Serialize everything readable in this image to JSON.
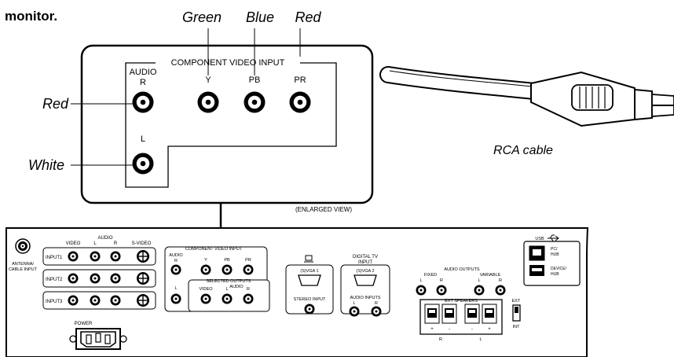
{
  "header": {
    "text": "monitor."
  },
  "colors": {
    "line": "#000000",
    "fill": "#ffffff",
    "gray": "#cfcfcf"
  },
  "enlarged": {
    "title": "COMPONENT VIDEO INPUT",
    "audio": "AUDIO",
    "r": "R",
    "l": "L",
    "y": "Y",
    "pb": "PB",
    "pr": "PR",
    "color_green": "Green",
    "color_blue": "Blue",
    "color_red": "Red",
    "callout_red": "Red",
    "callout_white": "White",
    "view_label": "(ENLARGED VIEW)"
  },
  "cable": {
    "label": "RCA cable"
  },
  "panel": {
    "antenna": "ANTENNA/\nCABLE INPUT",
    "video": "VIDEO",
    "audio": "AUDIO",
    "l": "L",
    "r": "R",
    "svideo": "S-VIDEO",
    "input1": "INPUT1",
    "input2": "INPUT2",
    "input3": "INPUT3",
    "power": "POWER",
    "cvi": "COMPONENT VIDEO INPUT",
    "cvi_audio": "AUDIO",
    "cvi_r": "R",
    "cvi_l": "L",
    "cvi_y": "Y",
    "cvi_pb": "PB",
    "cvi_pr": "PR",
    "selected_outputs": "SELECTED OUTPUTS",
    "so_video": "VIDEO",
    "so_audio": "AUDIO",
    "so_l": "L",
    "so_r": "R",
    "svga1": "(S)VGA 1",
    "stereo_input": "STEREO INPUT",
    "digital_tv": "DIGITAL TV",
    "digital_input": "INPUT",
    "svga2": "(S)VGA 2",
    "audio_inputs": "AUDIO INPUTS",
    "ai_l": "L",
    "ai_r": "R",
    "audio_outputs": "AUDIO OUTPUTS",
    "fixed": "FIXED",
    "variable": "VARIABLE",
    "ao_l1": "L",
    "ao_r1": "R",
    "ao_l2": "L",
    "ao_r2": "R",
    "ext_speakers": "EXT SPEAKERS",
    "sp_plus1": "+",
    "sp_minus1": "-",
    "sp_minus2": "-",
    "sp_plus2": "+",
    "sp_r": "R",
    "sp_l": "L",
    "ext": "EXT",
    "int": "INT",
    "usb": "USB",
    "pc_hub": "PC/\nHUB",
    "device_hub": "DEVICE/\nHUB"
  }
}
